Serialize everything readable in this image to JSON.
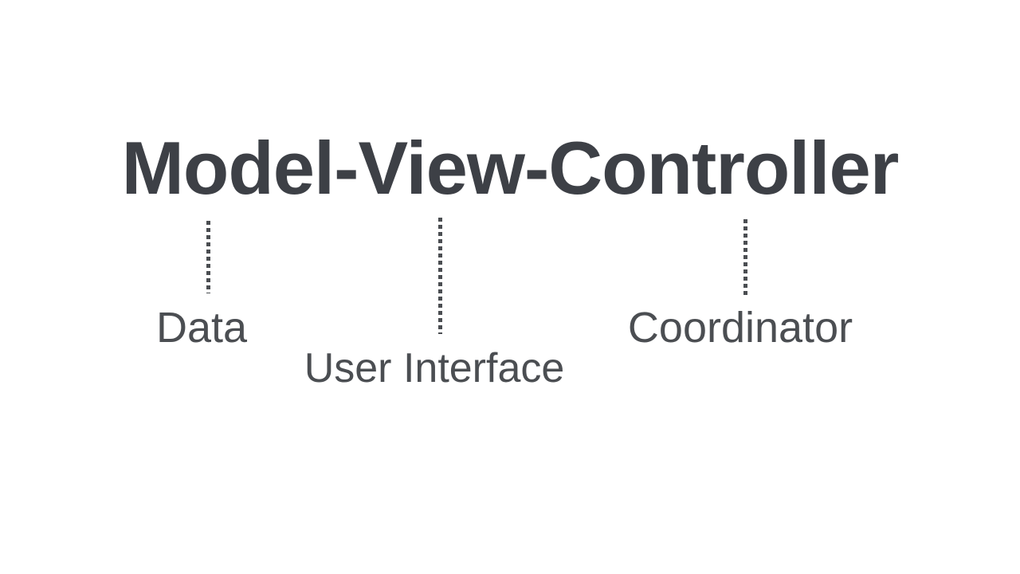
{
  "diagram": {
    "title": "Model-View-Controller",
    "annotations": [
      {
        "term": "Model",
        "text": "Data"
      },
      {
        "term": "View",
        "text": "User Interface"
      },
      {
        "term": "Controller",
        "text": "Coordinator"
      }
    ],
    "colors": {
      "background": "#ffffff",
      "title_text": "#3d4046",
      "label_text": "#4b4e52",
      "connector": "#4b4e52"
    }
  }
}
